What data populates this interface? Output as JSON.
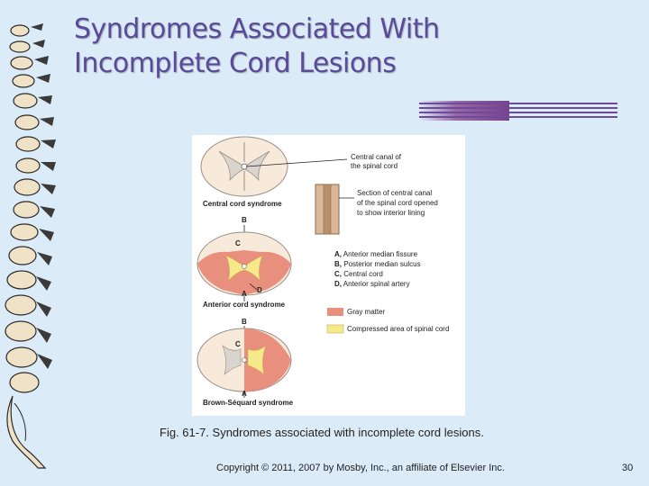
{
  "slide": {
    "title_line1": "Syndromes Associated With",
    "title_line2": "Incomplete Cord Lesions",
    "caption": "Fig. 61-7. Syndromes associated with incomplete cord lesions.",
    "copyright": "Copyright © 2011, 2007 by Mosby, Inc., an affiliate of Elsevier Inc.",
    "page_number": "30"
  },
  "figure": {
    "central_canal_label_1": "Central canal of",
    "central_canal_label_2": "the spinal cord",
    "section_label_1": "Section of central canal",
    "section_label_2": "of the spinal cord opened",
    "section_label_3": "to show interior lining",
    "syndrome_central": "Central cord syndrome",
    "syndrome_anterior": "Anterior cord syndrome",
    "syndrome_brown": "Brown-Séquard syndrome",
    "letter_a": "A",
    "letter_b": "B",
    "letter_c": "C",
    "letter_d": "D",
    "legend_a_key": "A,",
    "legend_a_text": "Anterior median fissure",
    "legend_b_key": "B,",
    "legend_b_text": "Posterior median sulcus",
    "legend_c_key": "C,",
    "legend_c_text": "Central cord",
    "legend_d_key": "D,",
    "legend_d_text": "Anterior spinal artery",
    "legend_gray": "Gray matter",
    "legend_compressed": "Compressed area of spinal cord",
    "colors": {
      "gray_matter": "#e98f7e",
      "compressed": "#f6e98a",
      "white_matter": "#f7eadb",
      "accent": "#5a4a9a"
    }
  }
}
